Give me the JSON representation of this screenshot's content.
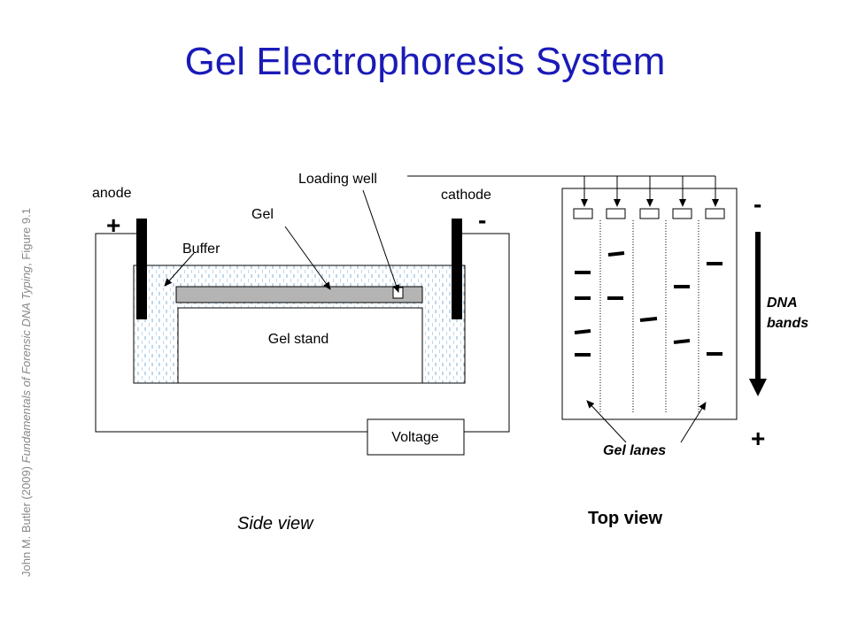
{
  "title": "Gel Electrophoresis System",
  "credit": {
    "author": "John M. Butler (2009) ",
    "book": "Fundamentals of Forensic DNA Typing",
    "ref": ", Figure 9.1"
  },
  "side_view": {
    "caption": "Side view",
    "labels": {
      "anode": "anode",
      "cathode": "cathode",
      "plus": "+",
      "minus": "-",
      "buffer": "Buffer",
      "gel": "Gel",
      "loading_well": "Loading well",
      "gel_stand": "Gel stand",
      "voltage": "Voltage"
    }
  },
  "top_view": {
    "caption": "Top view",
    "labels": {
      "minus": "-",
      "plus": "+",
      "dna_bands_1": "DNA",
      "dna_bands_2": "bands",
      "gel_lanes": "Gel lanes"
    }
  },
  "colors": {
    "title": "#1a1ab8",
    "gel": "#b4b4b4",
    "buffer_dash": "#7fb0d8"
  }
}
